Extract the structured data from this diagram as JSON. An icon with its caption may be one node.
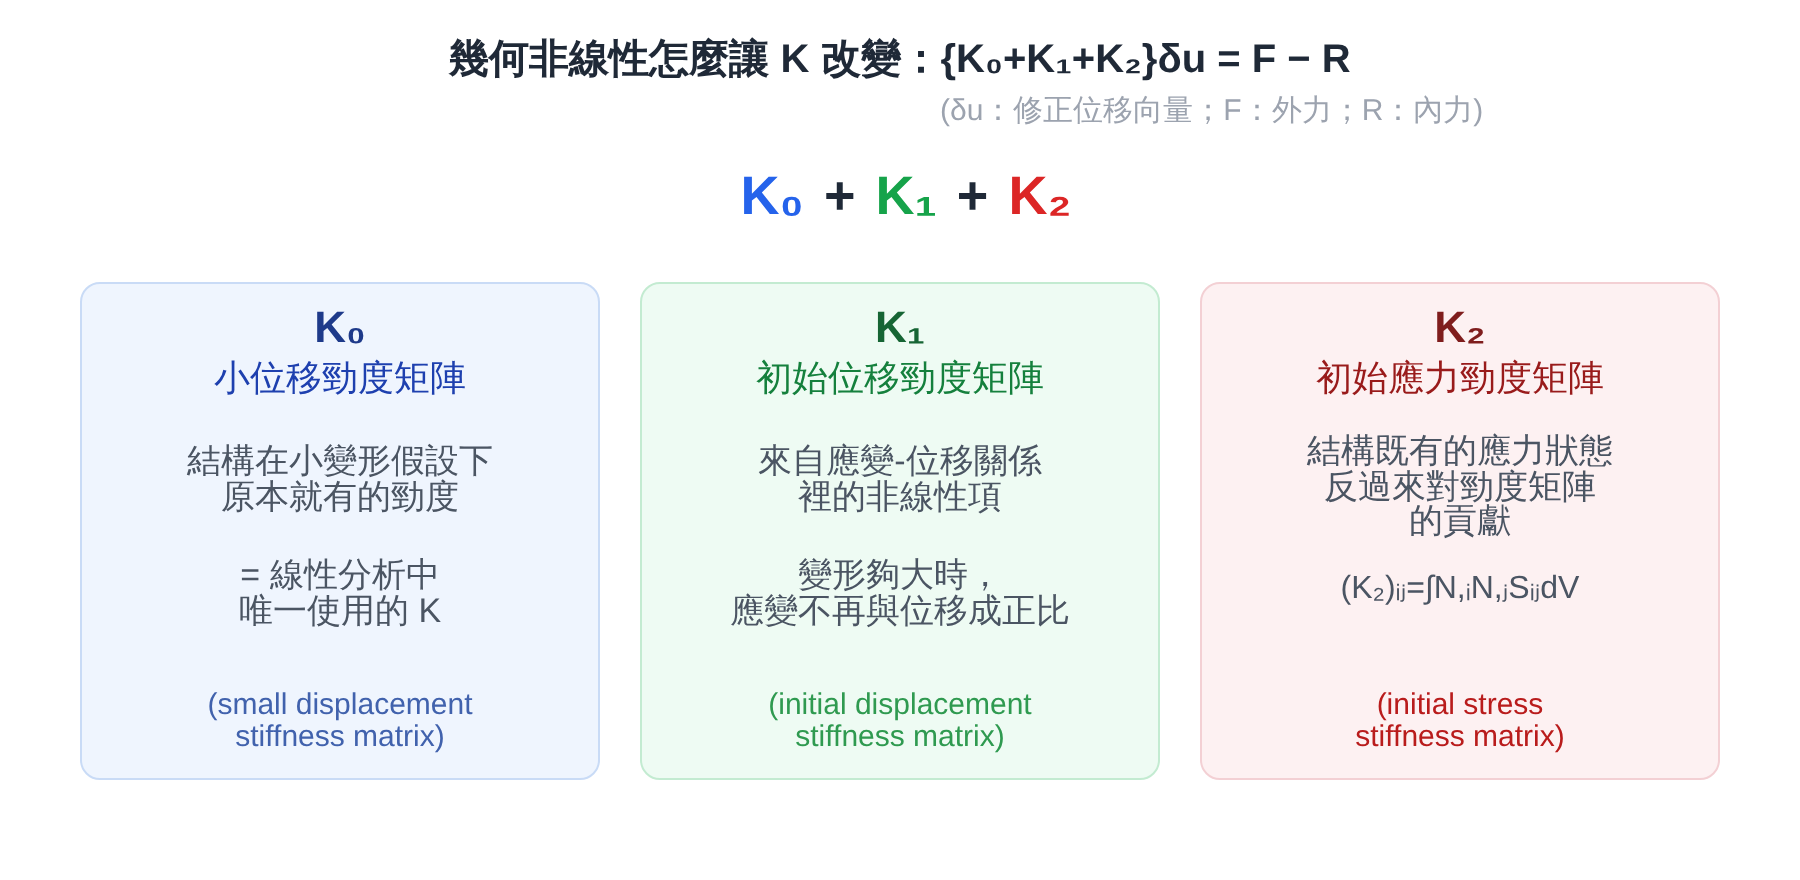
{
  "diagram": {
    "title": "幾何非線性怎麼讓 K 改變：{K₀+K₁+K₂}δu = F − R",
    "nodes": [
      {
        "text": [
          "K₀",
          "小位移勁度矩陣",
          "結構在小變形假設下原本就有的勁度",
          "= 線性分析中唯一使用的 K",
          "(small displacement stiffness matrix)"
        ]
      },
      {
        "text": [
          "K₁",
          "初始位移勁度矩陣",
          "來自應變-位移關係裡的非線性項",
          "變形夠大時，應變不再與位移成正比",
          "(initial displacement stiffness matrix)"
        ]
      },
      {
        "text": [
          "K₂",
          "初始應力勁度矩陣",
          "結構既有的應力狀態反過來對勁度矩陣的貢獻",
          "(K₂)ᵢⱼ=∫N,ᵢN,ⱼSᵢⱼdV",
          "(initial stress stiffness matrix)"
        ]
      }
    ],
    "labels": [
      "(δu：修正位移向量；F：外力；R：內力)",
      "K₀",
      "+",
      "K₁",
      "+",
      "K₂"
    ]
  }
}
